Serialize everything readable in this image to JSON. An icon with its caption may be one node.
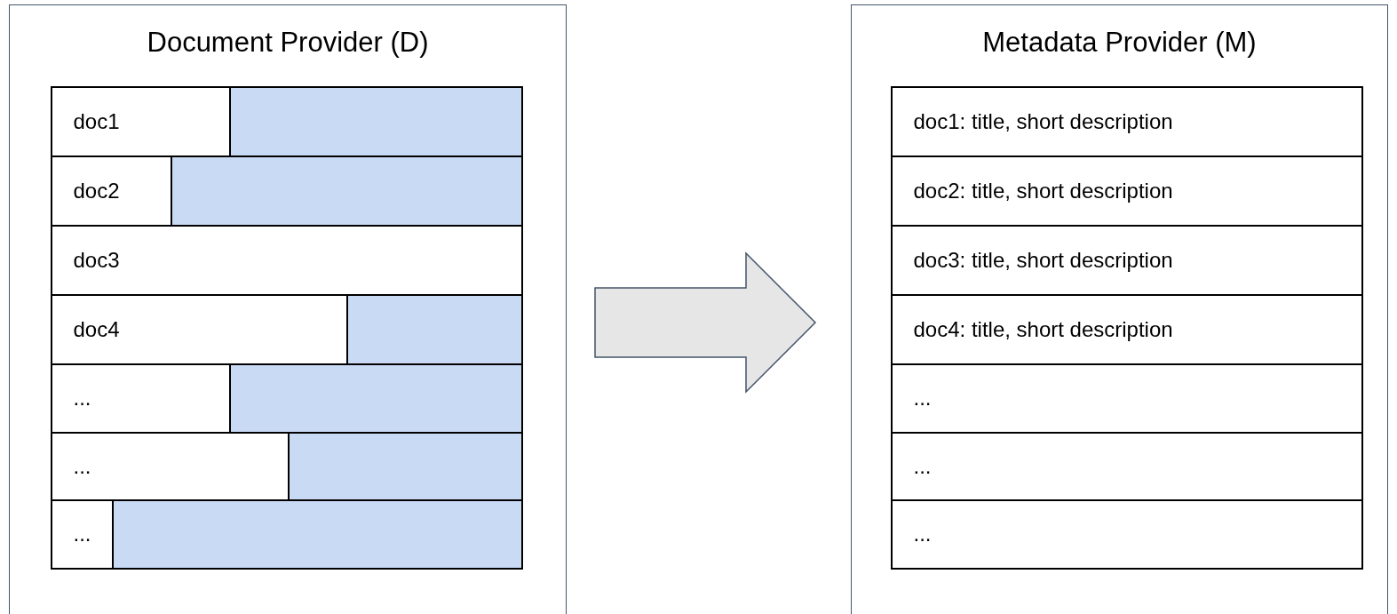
{
  "diagram": {
    "nodes": [
      {
        "text": [
          "Document Provider (D)"
        ]
      },
      {
        "text": [
          "doc1"
        ],
        "in": 0
      },
      {
        "text": [
          "doc2"
        ],
        "in": 0
      },
      {
        "text": [
          "doc3"
        ],
        "in": 0
      },
      {
        "text": [
          "doc4"
        ],
        "in": 0
      },
      {
        "text": [
          "..."
        ],
        "in": 0
      },
      {
        "text": [
          "..."
        ],
        "in": 0
      },
      {
        "text": [
          "..."
        ],
        "in": 0
      },
      {
        "text": [
          "Metadata Provider (M)"
        ]
      },
      {
        "text": [
          "doc1: title, short description"
        ],
        "in": 8
      },
      {
        "text": [
          "doc2: title, short description"
        ],
        "in": 8
      },
      {
        "text": [
          "doc3: title, short description"
        ],
        "in": 8
      },
      {
        "text": [
          "doc4: title, short description"
        ],
        "in": 8
      },
      {
        "text": [
          "..."
        ],
        "in": 8
      },
      {
        "text": [
          "..."
        ],
        "in": 8
      },
      {
        "text": [
          "..."
        ],
        "in": 8
      },
      {
        "text": [],
        "shape": "bar",
        "in": 1
      },
      {
        "text": [],
        "shape": "bar",
        "in": 2
      },
      {
        "text": [],
        "shape": "bar",
        "in": 4
      },
      {
        "text": [],
        "shape": "bar",
        "in": 5
      },
      {
        "text": [],
        "shape": "bar",
        "in": 6
      },
      {
        "text": [],
        "shape": "bar",
        "in": 7
      }
    ],
    "edges": [
      {
        "from": 0,
        "to": 8,
        "arrow": "to"
      }
    ]
  }
}
